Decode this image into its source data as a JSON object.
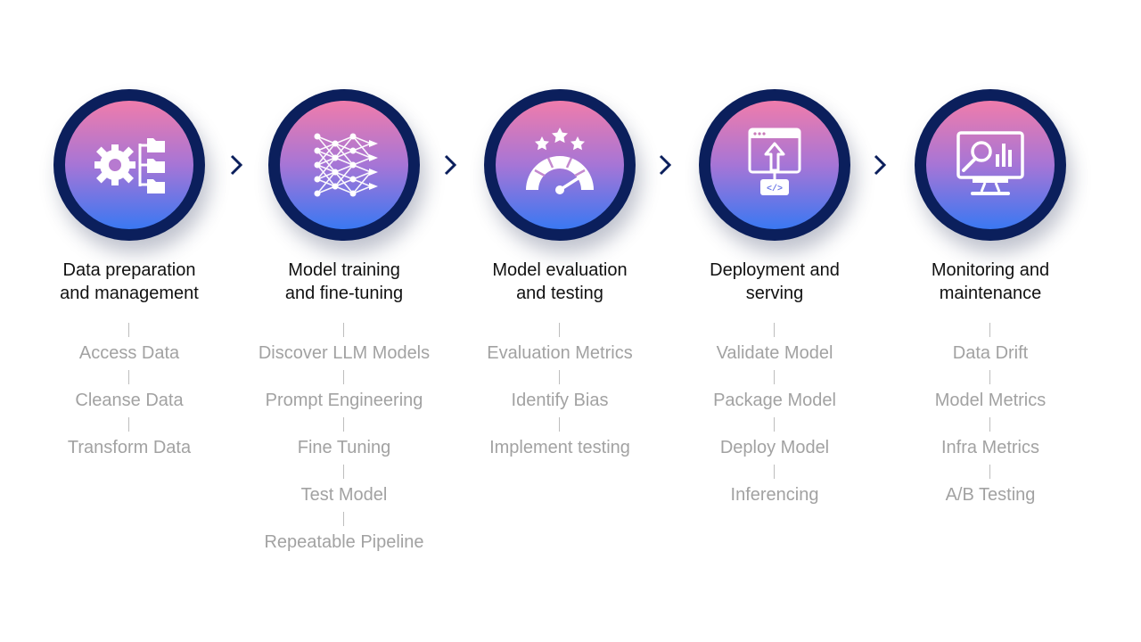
{
  "stages": [
    {
      "icon": "gear-folders-icon",
      "title_line1": "Data preparation",
      "title_line2": "and management",
      "items": [
        "Access Data",
        "Cleanse Data",
        "Transform Data"
      ]
    },
    {
      "icon": "neural-network-icon",
      "title_line1": "Model training",
      "title_line2": "and fine-tuning",
      "items": [
        "Discover LLM Models",
        "Prompt Engineering",
        "Fine Tuning",
        "Test Model",
        "Repeatable Pipeline"
      ]
    },
    {
      "icon": "gauge-stars-icon",
      "title_line1": "Model evaluation",
      "title_line2": "and testing",
      "items": [
        "Evaluation Metrics",
        "Identify Bias",
        "Implement testing"
      ]
    },
    {
      "icon": "deploy-browser-icon",
      "title_line1": "Deployment and",
      "title_line2": "serving",
      "items": [
        "Validate Model",
        "Package Model",
        "Deploy Model",
        "Inferencing"
      ]
    },
    {
      "icon": "monitor-analytics-icon",
      "title_line1": "Monitoring and",
      "title_line2": "maintenance",
      "items": [
        "Data Drift",
        "Model Metrics",
        "Infra Metrics",
        "A/B Testing"
      ]
    }
  ],
  "colors": {
    "ring": "#0b1f5c",
    "gradient_top": "#f07cab",
    "gradient_bottom": "#3a78f2",
    "title_text": "#111111",
    "item_text": "#a2a2a2",
    "arrow": "#0b1f5c"
  }
}
